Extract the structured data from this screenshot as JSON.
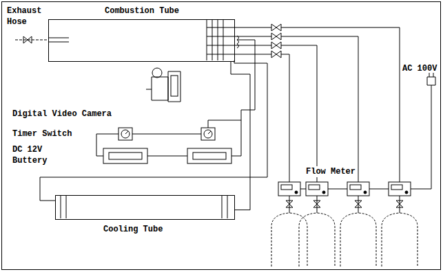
{
  "diagram": {
    "nodes": [
      {
        "text": [
          "Combustion Tube"
        ]
      },
      {
        "text": [
          "Cooling Tube"
        ]
      }
    ],
    "edges": [
      {
        "from": 1,
        "to": 0,
        "arrow": "none"
      }
    ],
    "labels": [
      "Exhaust Hose",
      "Digital Video Camera",
      "Timer Switch",
      "DC 12V Buttery",
      "Flow Meter",
      "AC 100V"
    ]
  }
}
